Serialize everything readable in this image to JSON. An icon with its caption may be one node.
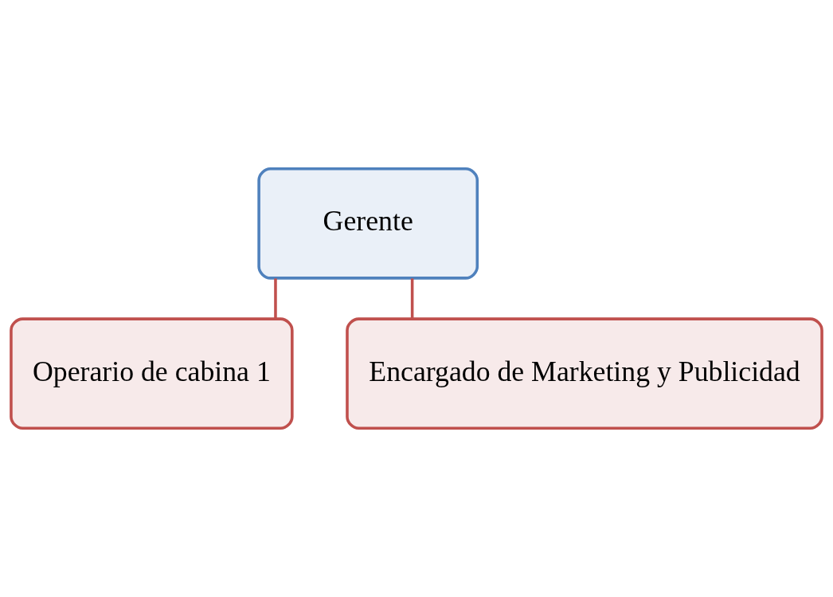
{
  "diagram": {
    "nodes": [
      {
        "text": [
          "Gerente"
        ]
      },
      {
        "text": [
          "Operario de cabina 1"
        ]
      },
      {
        "text": [
          "Encargado de Marketing y Publicidad"
        ]
      }
    ],
    "edges": [
      {
        "from": 0,
        "to": 1,
        "arrow": "none"
      },
      {
        "from": 0,
        "to": 2,
        "arrow": "none"
      }
    ]
  }
}
